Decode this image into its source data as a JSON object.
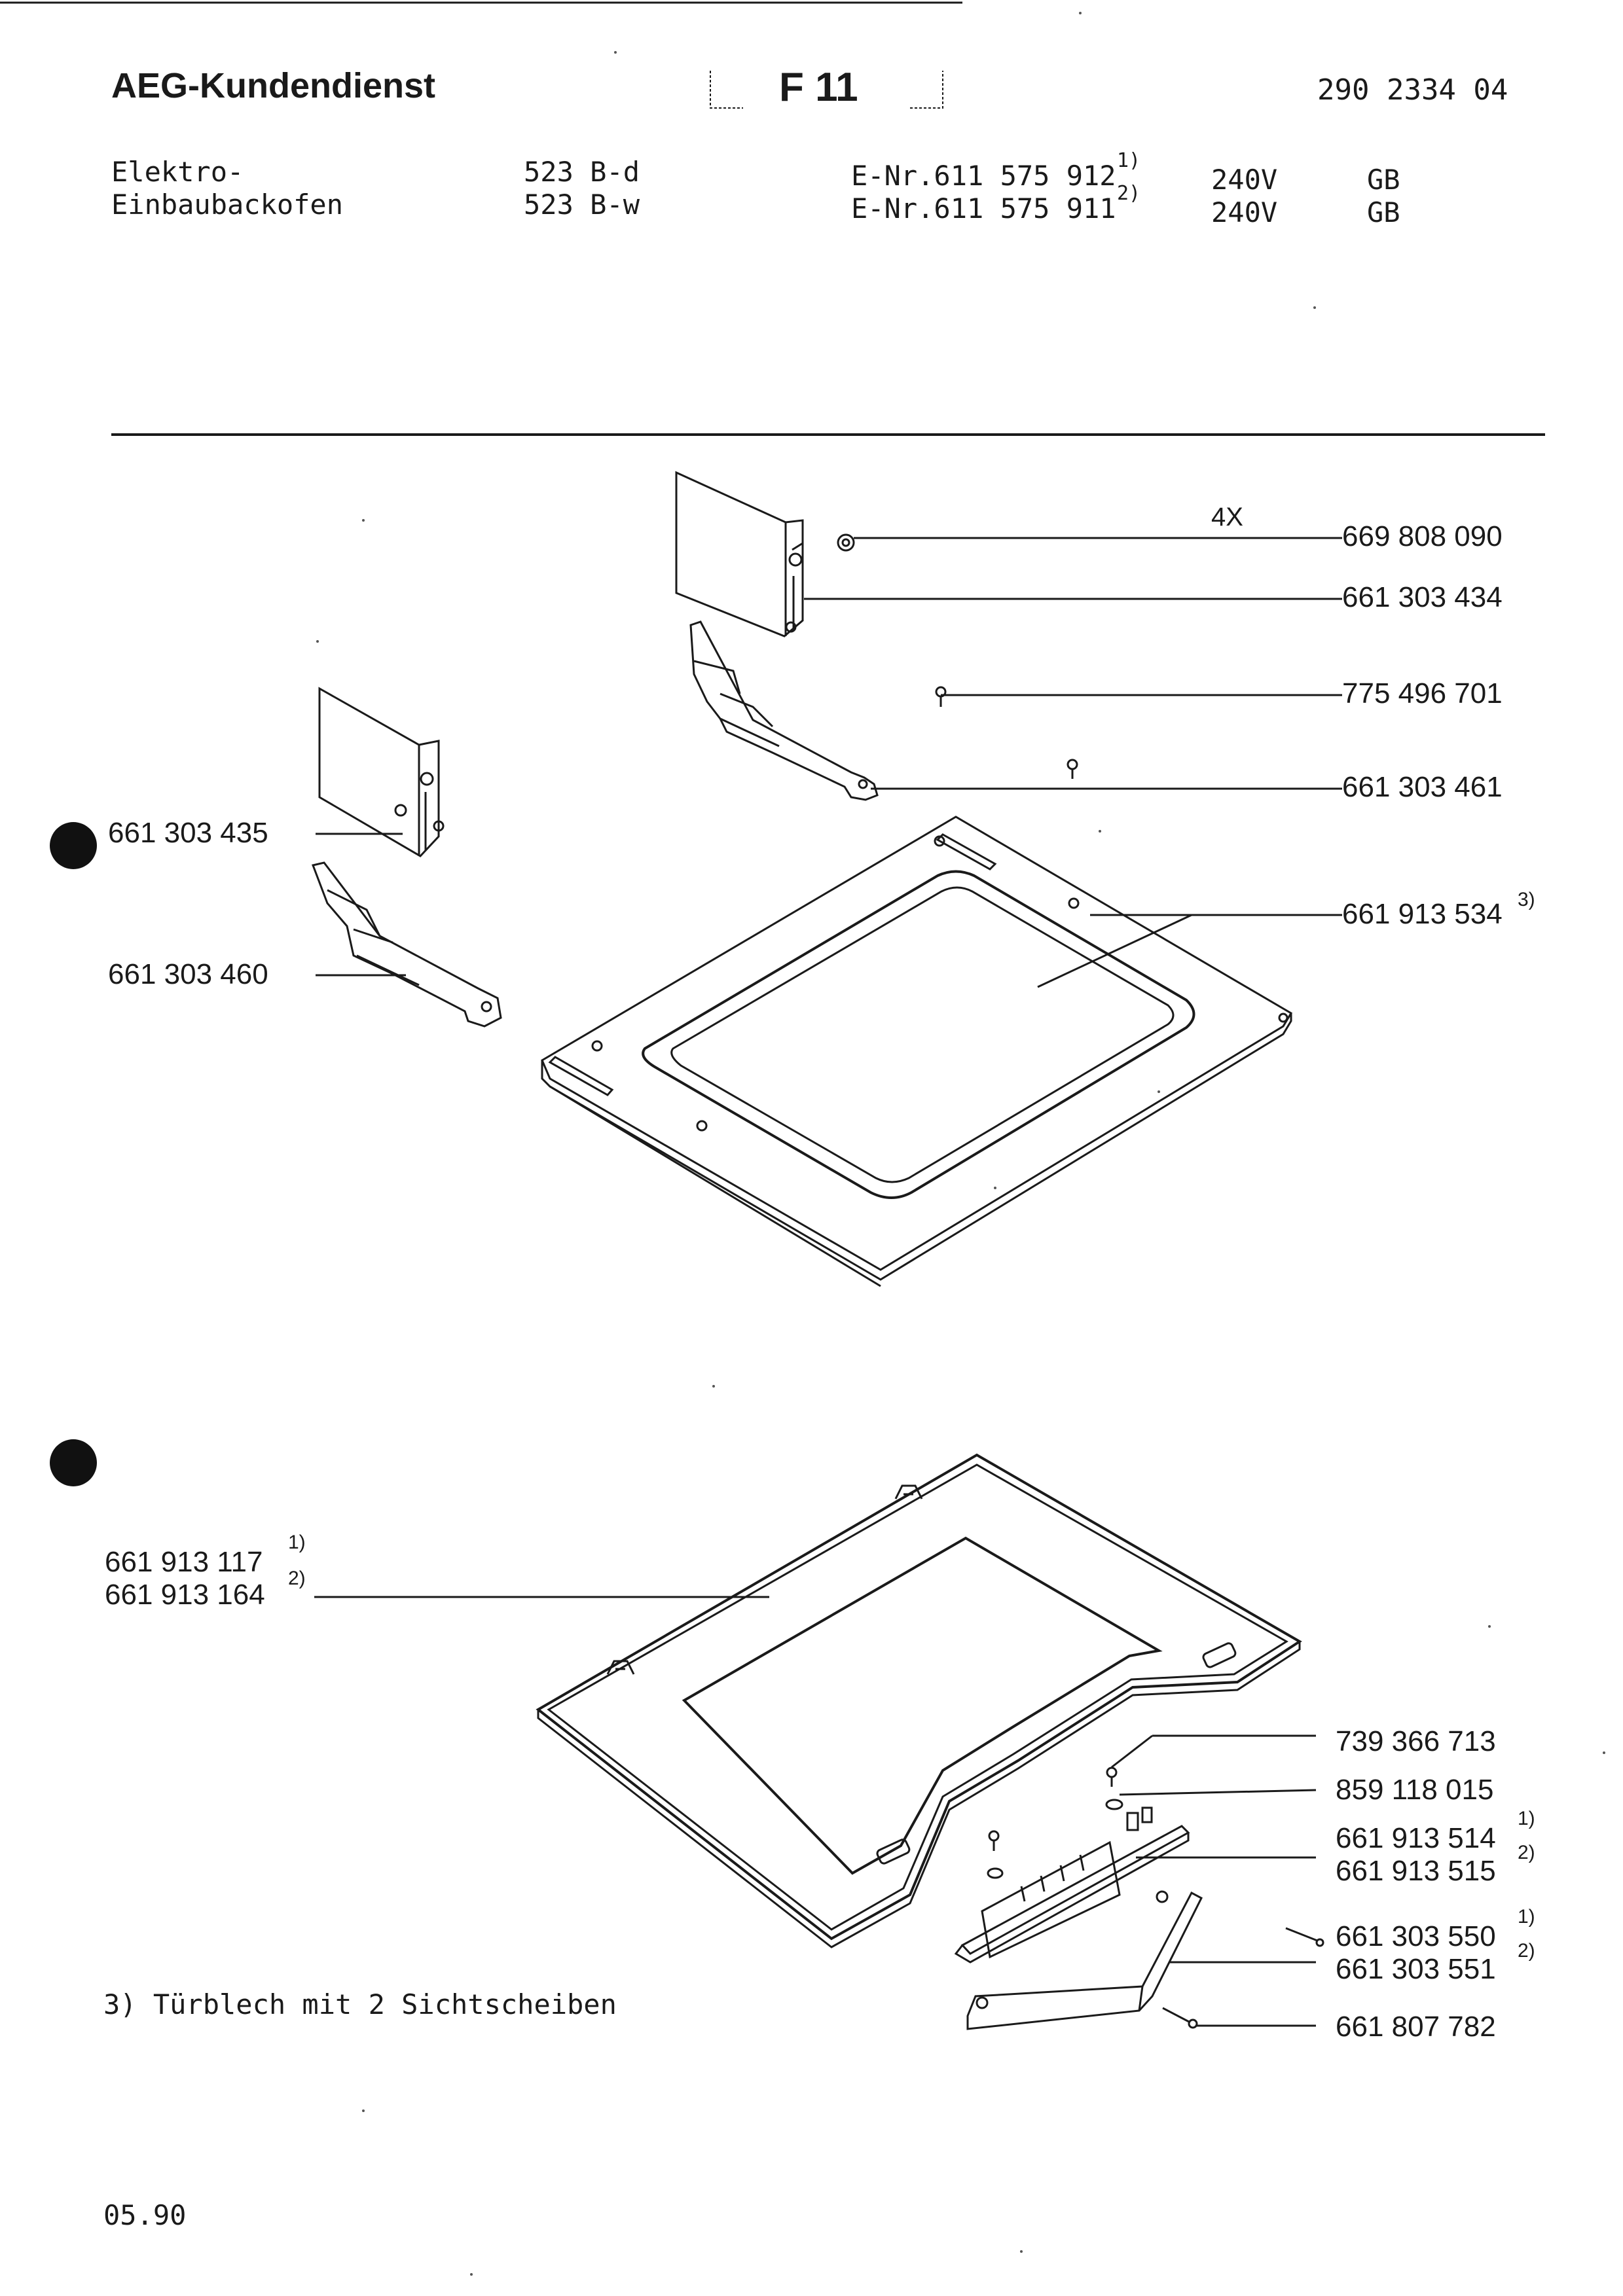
{
  "header": {
    "title": "AEG-Kundendienst",
    "sheet": "F 11",
    "doc_number": "290 2334 04",
    "product_line1": "Elektro-",
    "product_line2": "Einbaubackofen",
    "model1": "523 B-d",
    "model2": "523 B-w",
    "enr1": "E-Nr.611 575 912",
    "enr1_ref": "1)",
    "enr2": "E-Nr.611 575 911",
    "enr2_ref": "2)",
    "voltage1": "240V",
    "voltage2": "240V",
    "country1": "GB",
    "country2": "GB"
  },
  "parts_top": {
    "qty_4x": "4X",
    "p_669808090": "669 808 090",
    "p_661303434": "661 303 434",
    "p_775496701": "775 496 701",
    "p_661303461": "661 303 461",
    "p_661303435": "661 303 435",
    "p_661913534": "661 913 534",
    "p_661913534_ref": "3)",
    "p_661303460": "661 303 460"
  },
  "parts_bottom": {
    "p_661913117": "661 913 117",
    "p_661913117_ref": "1)",
    "p_661913164": "661 913 164",
    "p_661913164_ref": "2)",
    "p_739366713": "739 366 713",
    "p_859118015": "859 118 015",
    "p_661913514": "661 913 514",
    "p_661913514_ref": "1)",
    "p_661913515": "661 913 515",
    "p_661913515_ref": "2)",
    "p_661303550": "661 303 550",
    "p_661303550_ref": "1)",
    "p_661303551": "661 303 551",
    "p_661303551_ref": "2)",
    "p_661807782": "661 807 782"
  },
  "footnote": "3) Türblech mit 2 Sichtscheiben",
  "date": "05.90"
}
